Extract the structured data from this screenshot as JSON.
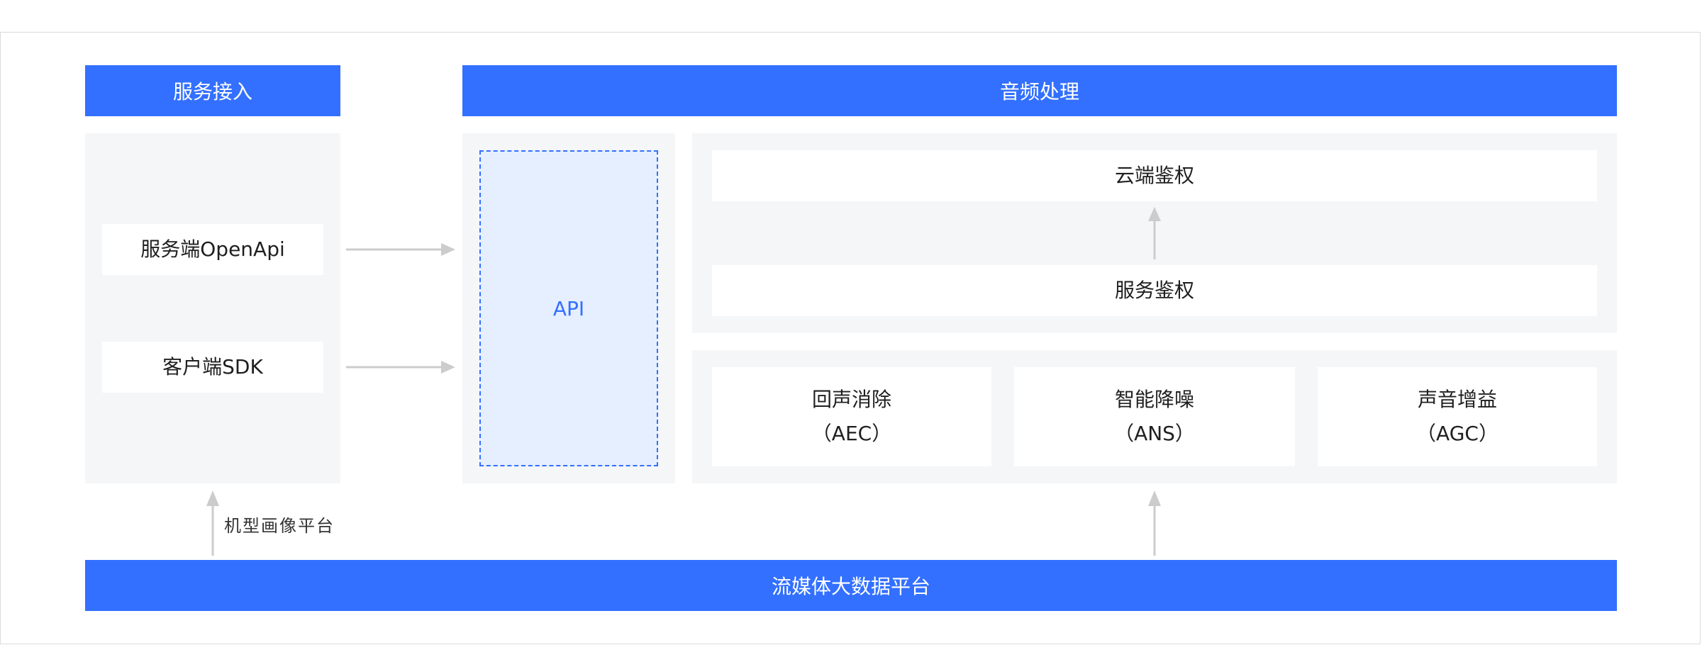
{
  "colors": {
    "brand_blue": "#3370ff",
    "panel_gray": "#f5f6f8",
    "api_fill": "#e6efff",
    "arrow_gray": "#cccccc"
  },
  "headers": {
    "service_access": "服务接入",
    "audio_processing": "音频处理",
    "data_platform": "流媒体大数据平台"
  },
  "access": {
    "server": "服务端OpenApi",
    "client": "客户端SDK"
  },
  "api": {
    "label": "API"
  },
  "auth": {
    "cloud": "云端鉴权",
    "service": "服务鉴权"
  },
  "features": [
    {
      "name": "回声消除",
      "abbr": "（AEC）"
    },
    {
      "name": "智能降噪",
      "abbr": "（ANS）"
    },
    {
      "name": "声音增益",
      "abbr": "（AGC）"
    }
  ],
  "annotations": {
    "device_profile": "机型画像平台"
  }
}
